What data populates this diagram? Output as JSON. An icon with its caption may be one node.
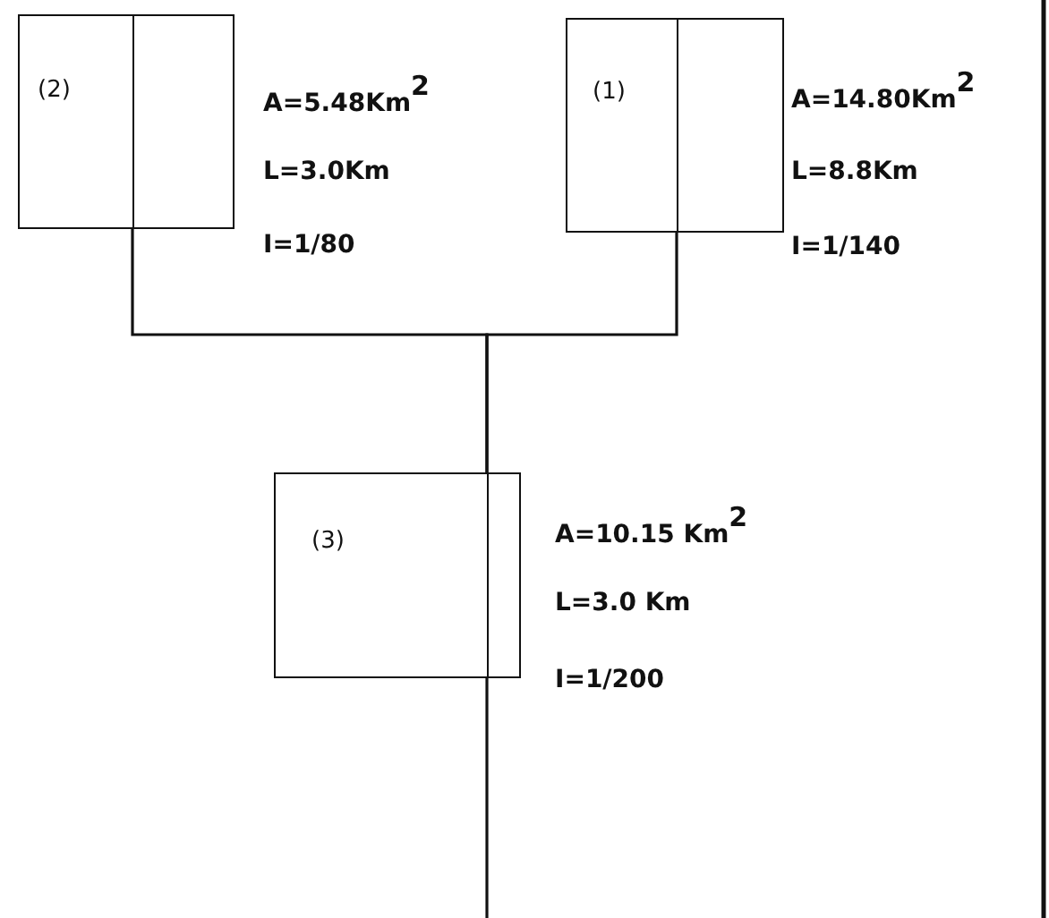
{
  "diagram": {
    "nodes": [
      {
        "text": [
          "(2)"
        ],
        "beside": [
          "A=5.48Km$^{2}$",
          "L=3.0Km",
          "I=1/80"
        ]
      },
      {
        "text": [
          "(1)"
        ],
        "beside": [
          "A=14.80Km$^{2}$",
          "L=8.8Km",
          "I=1/140"
        ]
      },
      {
        "text": [
          "(3)"
        ],
        "beside": [
          "A=10.15 Km$^{2}$",
          "L=3.0 Km",
          "I=1/200"
        ]
      }
    ],
    "edges": [
      {
        "from": 0,
        "to": 2,
        "arrow": "none"
      },
      {
        "from": 1,
        "to": 2,
        "arrow": "none"
      },
      {
        "from": 2,
        "to": null,
        "arrow": "none"
      }
    ]
  }
}
